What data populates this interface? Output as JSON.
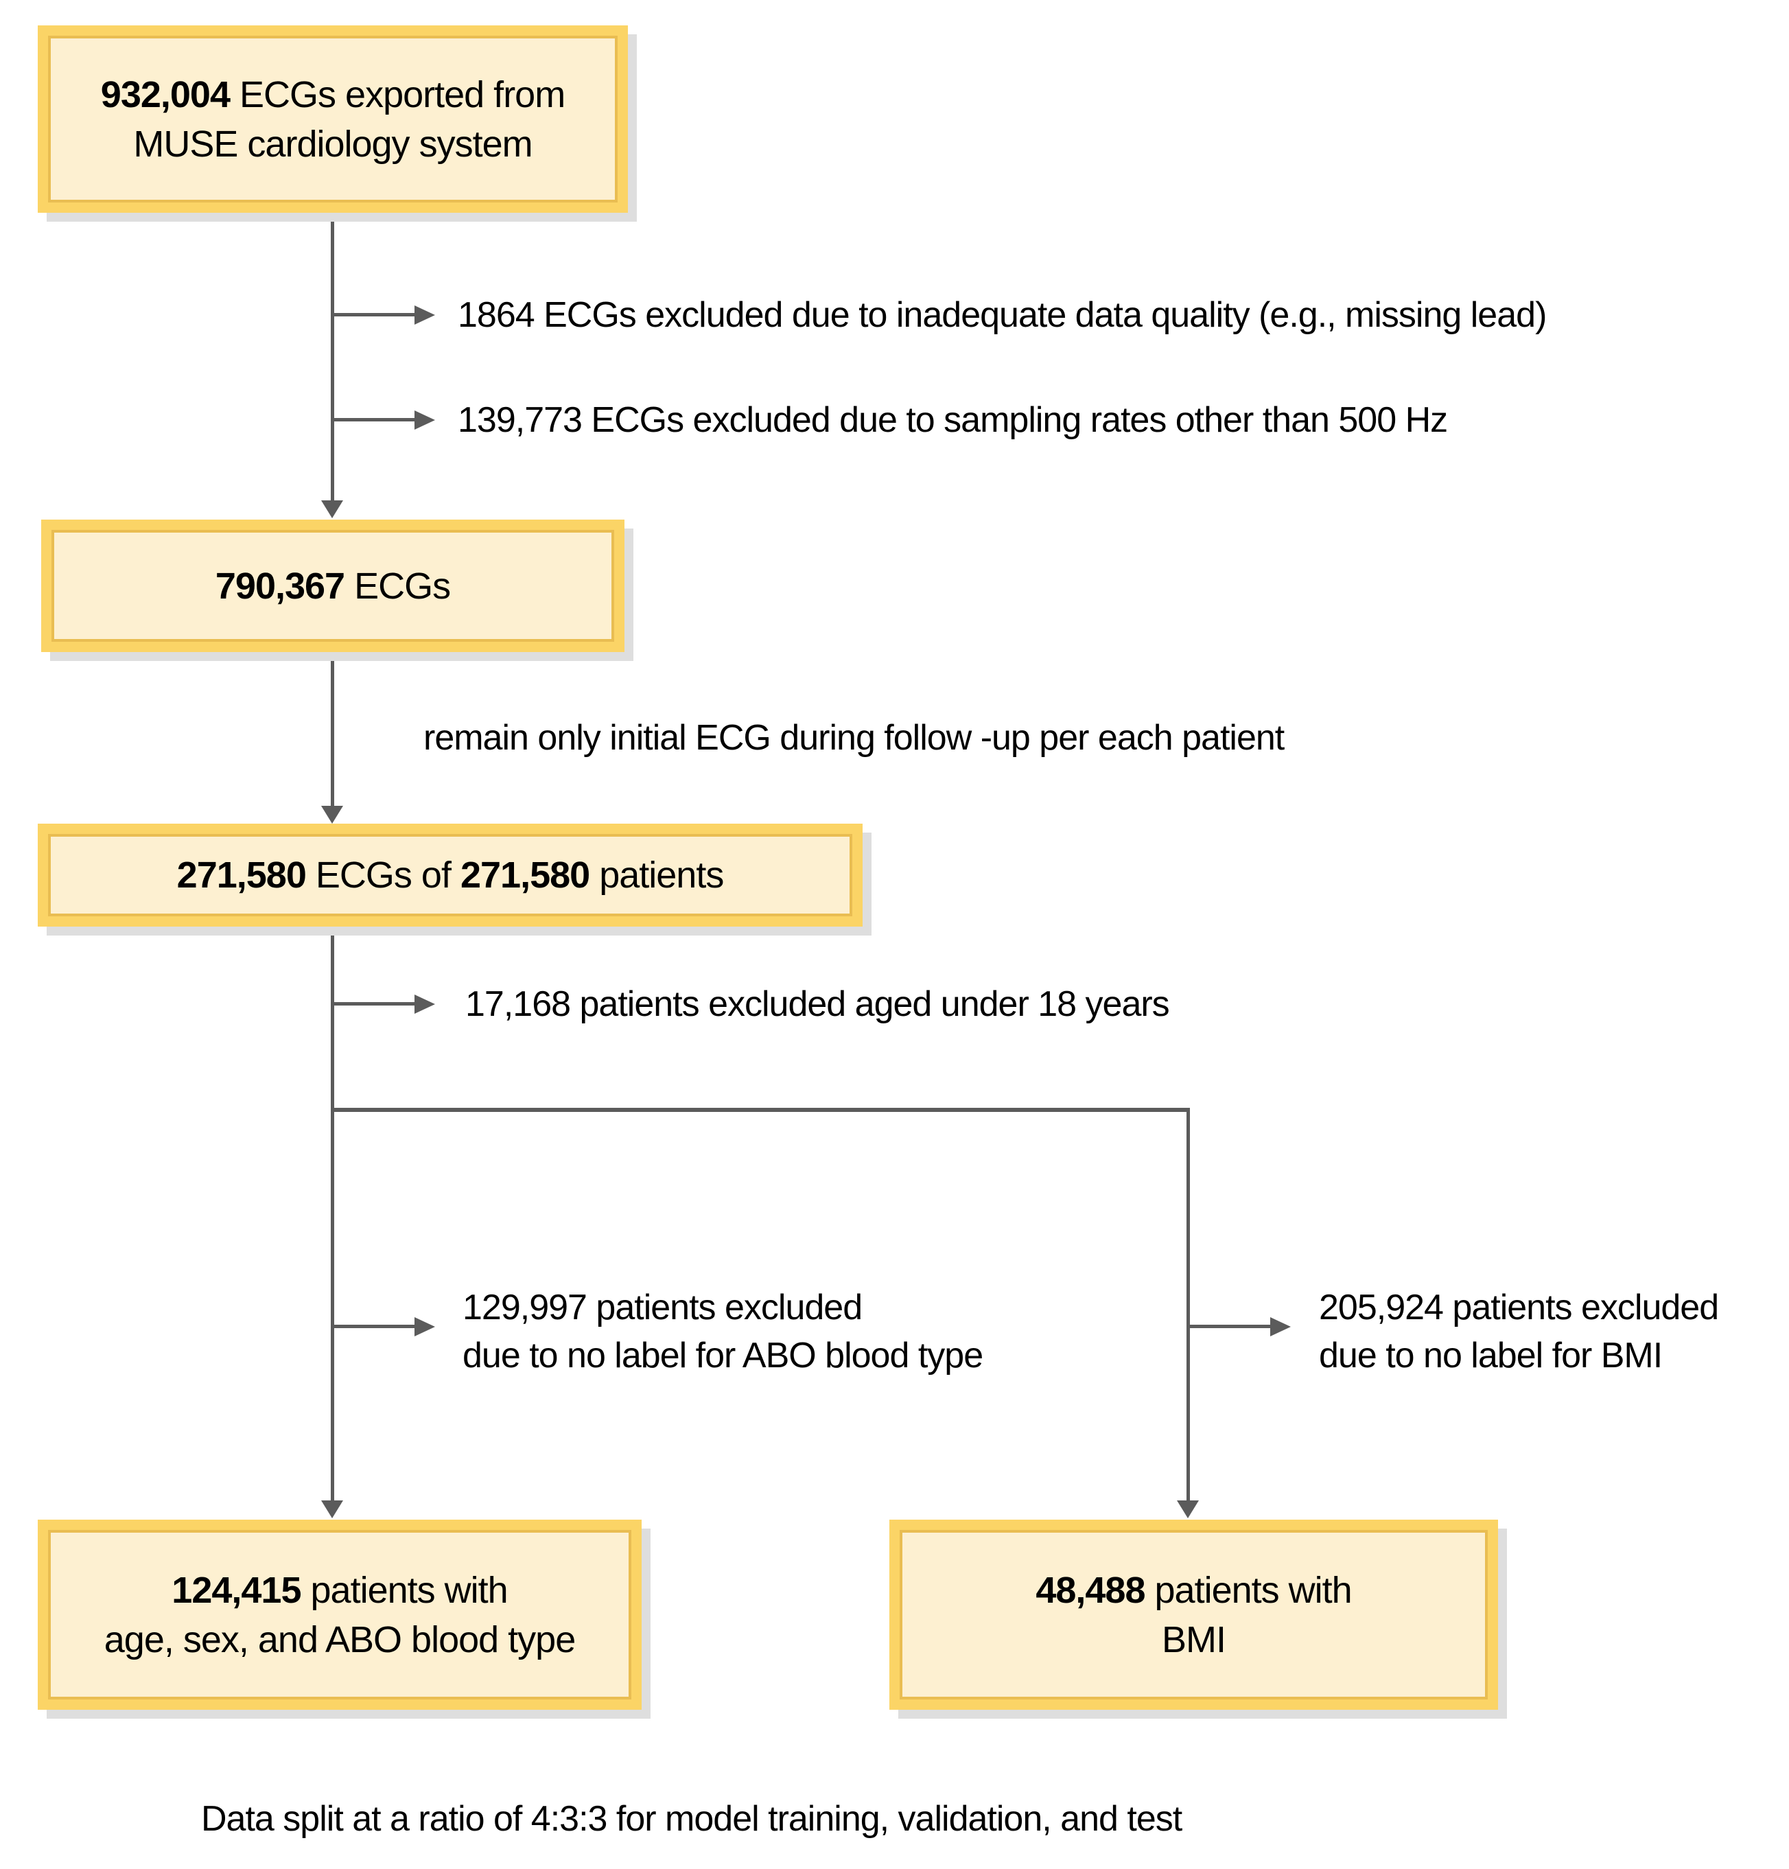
{
  "colors": {
    "box_border": "#FBD466",
    "box_border_inner": "#E9BD52",
    "box_fill": "#FDF0D1",
    "box_shadow": "#DEDEDE",
    "line": "#5B5B5B",
    "text": "#000000",
    "bg": "#FFFFFF"
  },
  "boxes": {
    "b1": {
      "num": "932,004",
      "rest": "ECGs exported from",
      "line2": "MUSE cardiology system"
    },
    "b2": {
      "num": "790,367",
      "rest": "ECGs"
    },
    "b3": {
      "num1": "271,580",
      "mid": "ECGs of",
      "num2": "271,580",
      "rest": "patients"
    },
    "b4": {
      "num": "124,415",
      "rest": "patients with",
      "line2": "age, sex, and ABO blood type"
    },
    "b5": {
      "num": "48,488",
      "rest": "patients with",
      "line2": "BMI"
    }
  },
  "labels": {
    "excl_quality": "1864 ECGs excluded due to inadequate data quality (e.g., missing lead)",
    "excl_sampling": "139,773 ECGs excluded due to sampling rates other than 500 Hz",
    "note_initial_ecg": "remain only initial ECG during follow -up per each patient",
    "excl_age": "17,168 patients excluded aged under 18 years",
    "excl_abo_1": "129,997 patients excluded",
    "excl_abo_2": "due to no label for ABO blood type",
    "excl_bmi_1": "205,924 patients excluded",
    "excl_bmi_2": "due to no label for BMI",
    "caption": "Data split at a ratio of 4:3:3 for model training, validation, and test"
  }
}
